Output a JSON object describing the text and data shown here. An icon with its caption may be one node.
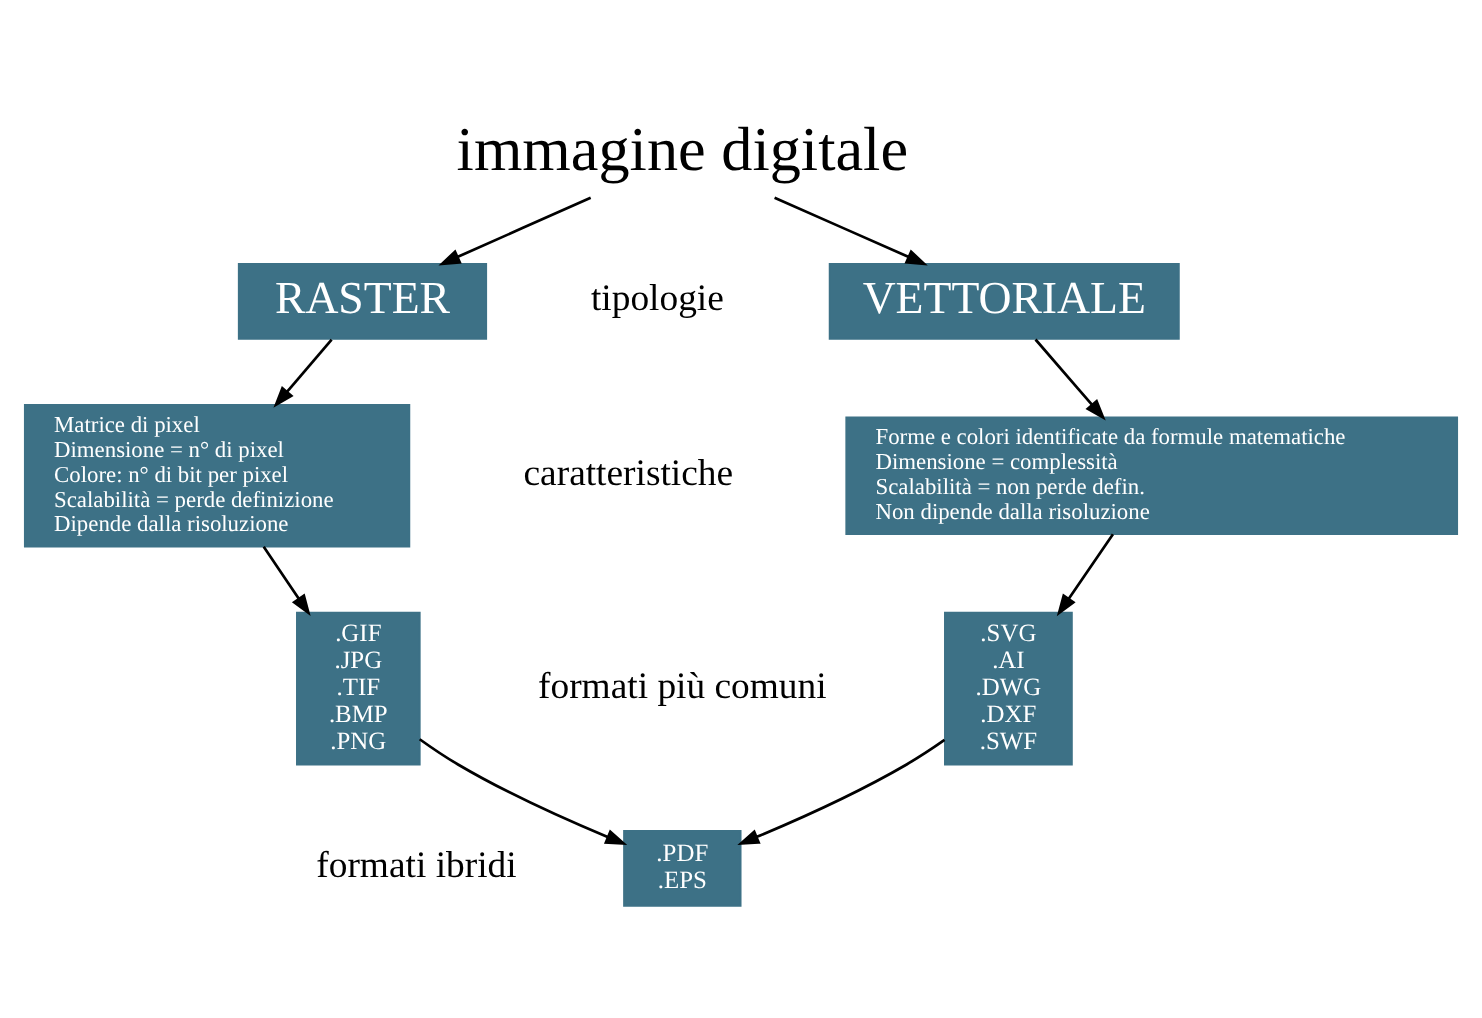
{
  "diagram": {
    "nodes": [
      {
        "text": [
          "immagine digitale"
        ]
      },
      {
        "text": [
          "RASTER"
        ]
      },
      {
        "text": [
          "VETTORIALE"
        ]
      },
      {
        "text": [
          "Matrice di pixel",
          "Dimensione = n° di pixel",
          "Colore: n° di bit per pixel",
          "Scalabilità = perde definizione",
          "Dipende dalla risoluzione"
        ]
      },
      {
        "text": [
          "Forme e colori identificate da formule matematiche",
          "Dimensione = complessità",
          "Scalabilità = non perde defin.",
          "Non dipende dalla risoluzione"
        ]
      },
      {
        "text": [
          ".GIF",
          ".JPG",
          ".TIF",
          ".BMP",
          ".PNG"
        ]
      },
      {
        "text": [
          ".SVG",
          ".AI",
          ".DWG",
          ".DXF",
          ".SWF"
        ]
      },
      {
        "text": [
          ".PDF",
          ".EPS"
        ]
      }
    ],
    "edges": [
      {
        "from": 0,
        "to": 1,
        "arrow": "to"
      },
      {
        "from": 0,
        "to": 2,
        "arrow": "to"
      },
      {
        "from": 1,
        "to": 3,
        "arrow": "to"
      },
      {
        "from": 2,
        "to": 4,
        "arrow": "to"
      },
      {
        "from": 3,
        "to": 5,
        "arrow": "to"
      },
      {
        "from": 4,
        "to": 6,
        "arrow": "to"
      },
      {
        "from": 5,
        "to": 7,
        "arrow": "to"
      },
      {
        "from": 6,
        "to": 7,
        "arrow": "to"
      }
    ],
    "labels": [
      "tipologie",
      "caratteristiche",
      "formati più comuni",
      "formati ibridi"
    ]
  }
}
